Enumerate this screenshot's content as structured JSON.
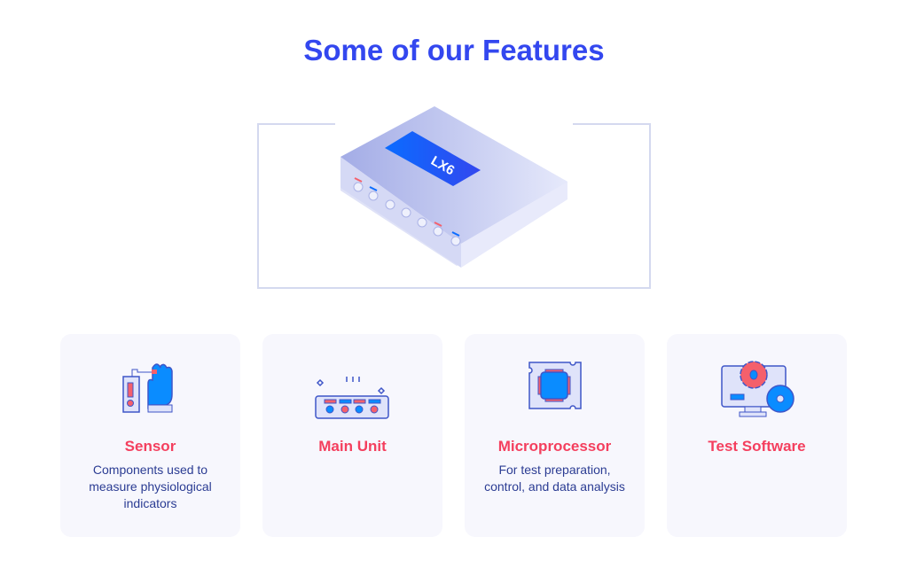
{
  "title": "Some of our Features",
  "device": {
    "label": "LX6"
  },
  "cards": [
    {
      "title": "Sensor",
      "description": "Components used to measure physiological indicators",
      "icon": "hand-sensor-icon"
    },
    {
      "title": "Main Unit",
      "description": "",
      "icon": "main-unit-icon"
    },
    {
      "title": "Microprocessor",
      "description": "For test preparation, control, and data analysis",
      "icon": "chip-icon"
    },
    {
      "title": "Test Software",
      "description": "",
      "icon": "monitor-gear-icon"
    }
  ],
  "colors": {
    "accent": "#3347ef",
    "pink": "#f43f5e",
    "blue": "#0a8cff"
  }
}
